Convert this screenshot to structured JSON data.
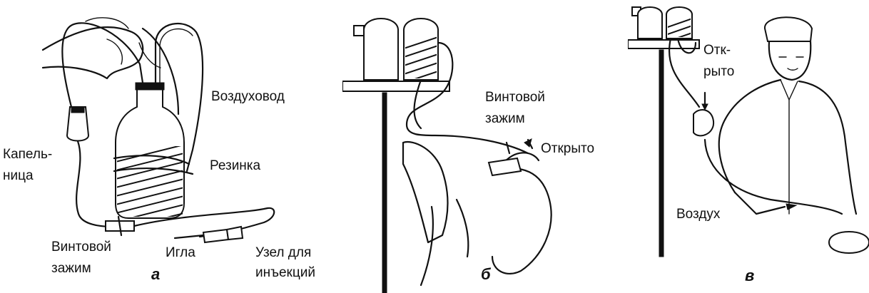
{
  "panels": {
    "a": {
      "caption": "а",
      "labels": {
        "air_duct": "Воздуховод",
        "dropper_line1": "Капель-",
        "dropper_line2": "ница",
        "rubber_band": "Резинка",
        "screw_clamp_line1": "Винтовой",
        "screw_clamp_line2": "зажим",
        "needle": "Игла",
        "injection_node_line1": "Узел для",
        "injection_node_line2": "инъекций"
      }
    },
    "b": {
      "caption": "б",
      "labels": {
        "screw_clamp_line1": "Винтовой",
        "screw_clamp_line2": "зажим",
        "open": "Открыто"
      }
    },
    "c": {
      "caption": "в",
      "labels": {
        "open_line1": "Отк-",
        "open_line2": "рыто",
        "air": "Воздух"
      }
    }
  }
}
